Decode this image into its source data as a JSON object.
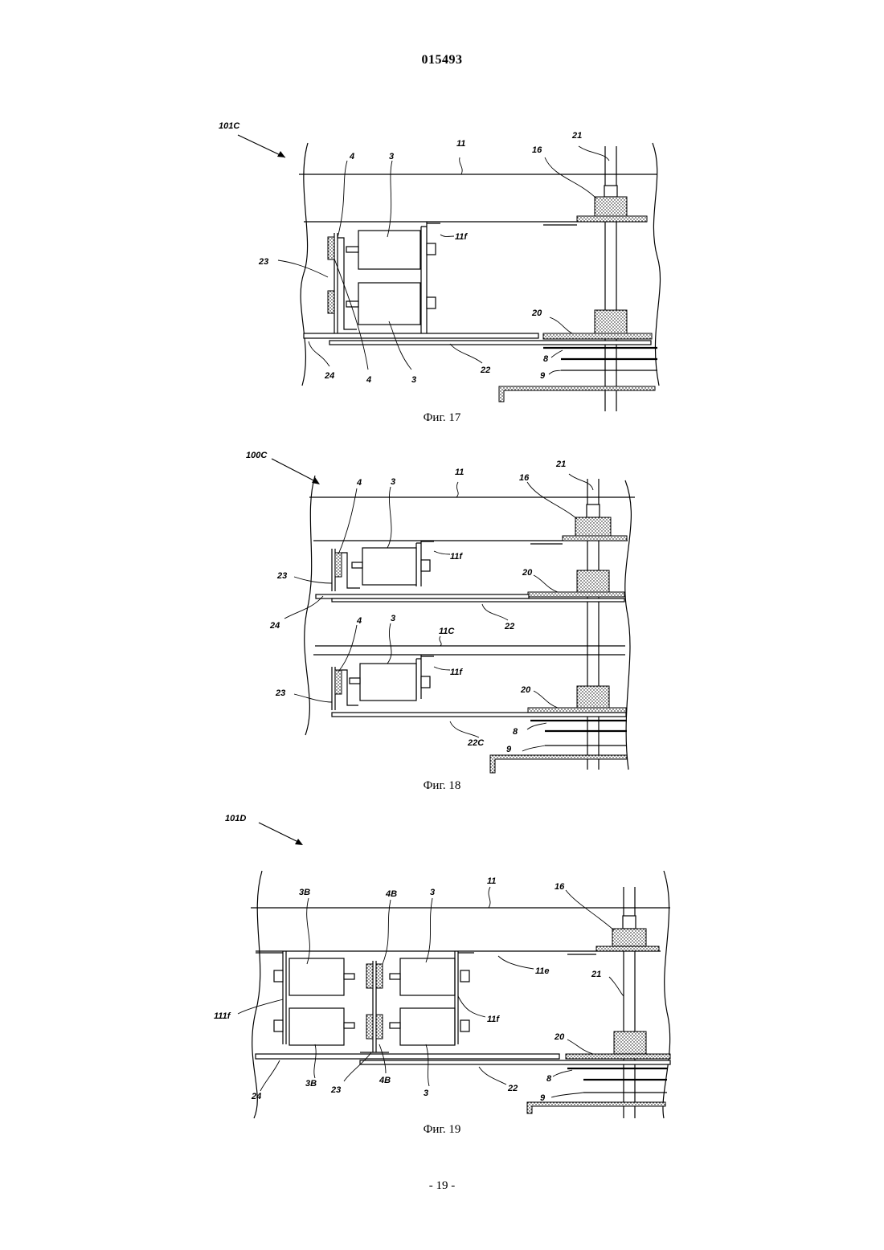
{
  "header": {
    "doc_number": "015493"
  },
  "figures": [
    {
      "caption": "Фиг. 17",
      "labels": {
        "ref": "101C",
        "p11": "11",
        "p16": "16",
        "p21": "21",
        "p4a": "4",
        "p3a": "3",
        "p11f": "11f",
        "p23": "23",
        "p20": "20",
        "p24": "24",
        "p4b": "4",
        "p3b": "3",
        "p22": "22",
        "p8": "8",
        "p9": "9"
      }
    },
    {
      "caption": "Фиг. 18",
      "labels": {
        "ref": "100C",
        "p11": "11",
        "p21": "21",
        "p16": "16",
        "p4a": "4",
        "p3a": "3",
        "p11fa": "11f",
        "p23a": "23",
        "p20a": "20",
        "p24": "24",
        "p22": "22",
        "p11c": "11C",
        "p4b": "4",
        "p3b": "3",
        "p11fb": "11f",
        "p23b": "23",
        "p20b": "20",
        "p8": "8",
        "p22c": "22C",
        "p9": "9"
      }
    },
    {
      "caption": "Фиг. 19",
      "labels": {
        "ref": "101D",
        "p3B": "3B",
        "p4B": "4B",
        "p3": "3",
        "p11": "11",
        "p16": "16",
        "p11e": "11e",
        "p21": "21",
        "p111f": "111f",
        "p11f": "11f",
        "p20": "20",
        "p8": "8",
        "p24": "24",
        "p3Bb": "3B",
        "p23": "23",
        "p4Bb": "4B",
        "p3b": "3",
        "p22": "22",
        "p9": "9"
      }
    }
  ],
  "footer": {
    "page_number": "- 19 -"
  }
}
